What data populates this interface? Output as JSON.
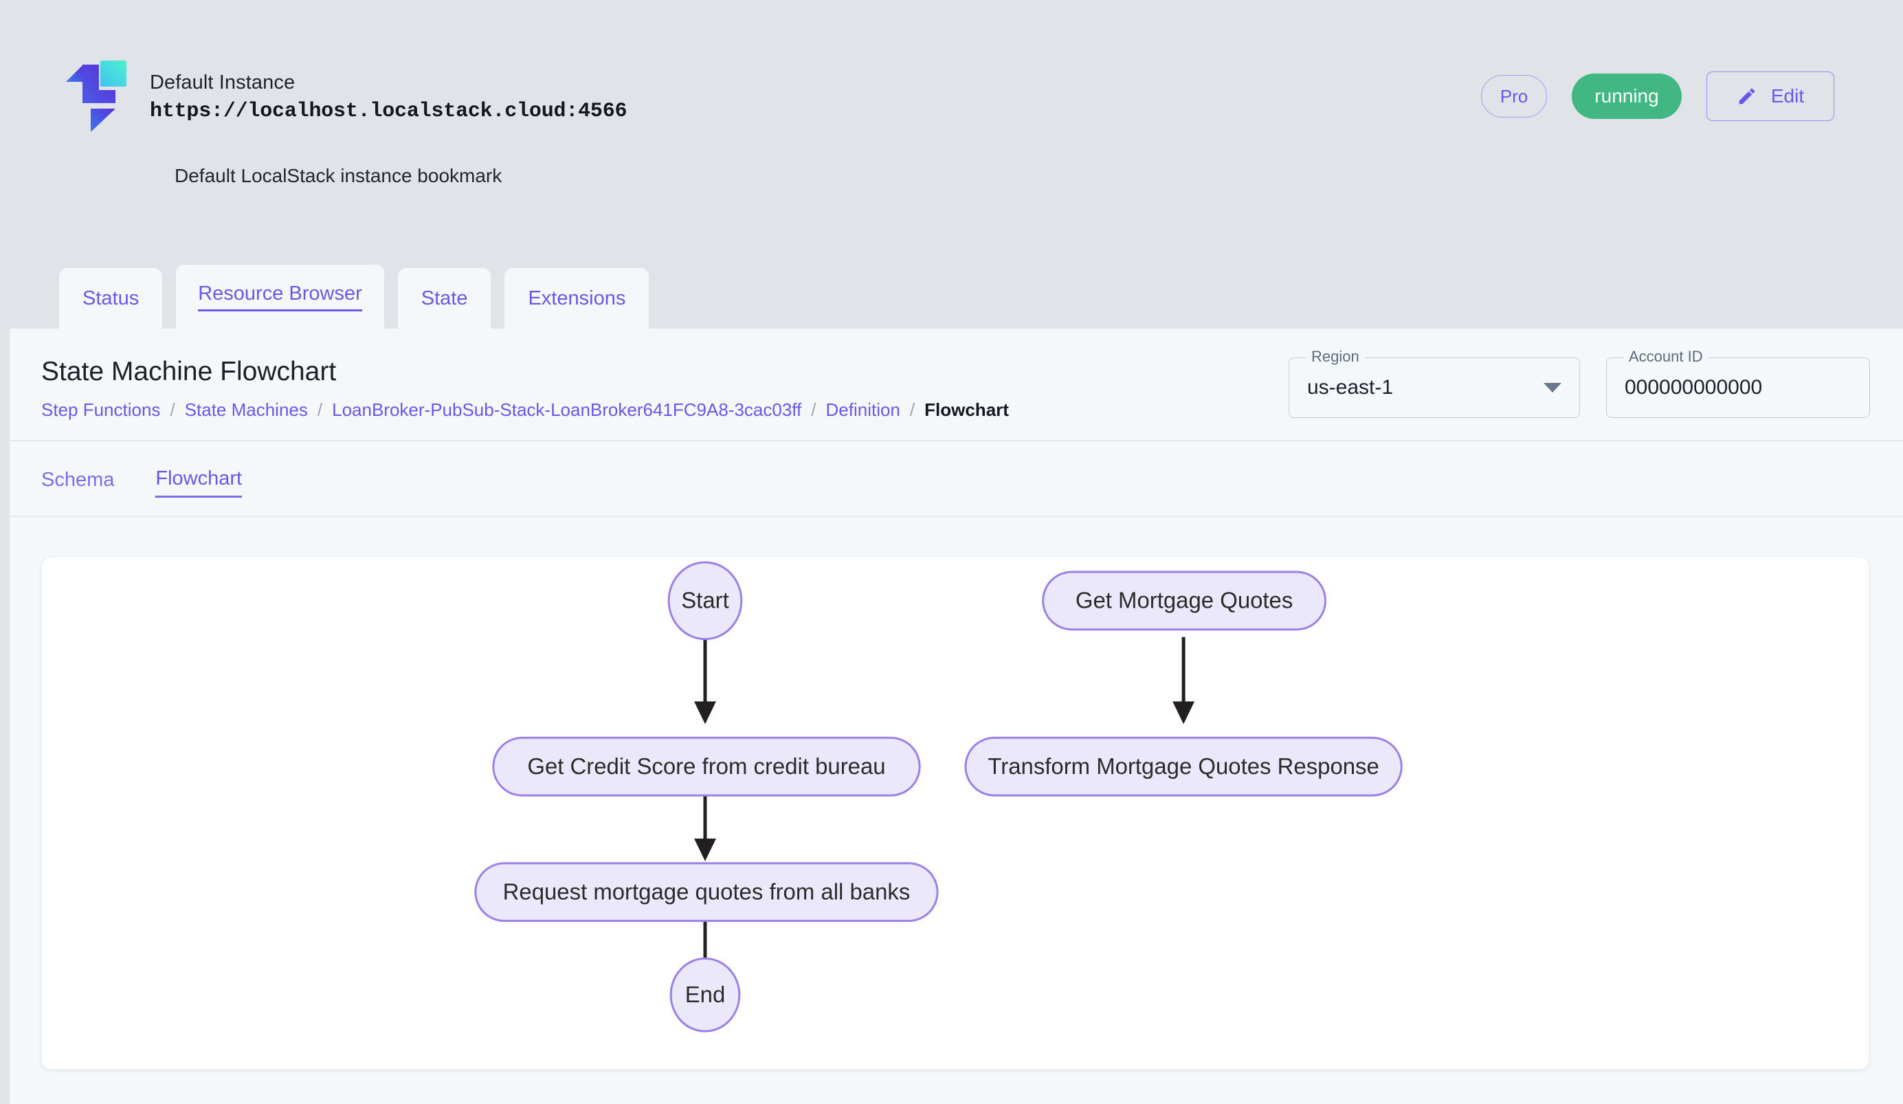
{
  "instance": {
    "title": "Default Instance",
    "endpoint": "https://localhost.localstack.cloud:4566",
    "description": "Default LocalStack instance bookmark",
    "logo_icon": "localstack-logo-icon",
    "pro_badge": "Pro",
    "status_badge": "running",
    "edit_label": "Edit",
    "edit_icon": "pencil-icon",
    "status_color": "#41b883",
    "accent_color": "#6a57e8"
  },
  "main_tabs": [
    {
      "label": "Status",
      "active": false
    },
    {
      "label": "Resource Browser",
      "active": true
    },
    {
      "label": "State",
      "active": false
    },
    {
      "label": "Extensions",
      "active": false
    }
  ],
  "page": {
    "title": "State Machine Flowchart",
    "breadcrumb": [
      {
        "label": "Step Functions",
        "current": false
      },
      {
        "label": "State Machines",
        "current": false
      },
      {
        "label": "LoanBroker-PubSub-Stack-LoanBroker641FC9A8-3cac03ff",
        "current": false
      },
      {
        "label": "Definition",
        "current": false
      },
      {
        "label": "Flowchart",
        "current": true
      }
    ],
    "breadcrumb_separator": "/"
  },
  "filters": {
    "region": {
      "label": "Region",
      "value": "us-east-1",
      "icon": "chevron-down-icon"
    },
    "account_id": {
      "label": "Account ID",
      "value": "000000000000"
    }
  },
  "sub_tabs": [
    {
      "label": "Schema",
      "active": false
    },
    {
      "label": "Flowchart",
      "active": true
    }
  ],
  "flowchart": {
    "node_fill": "#ece8fb",
    "node_stroke": "#9d7fe8",
    "edge_color": "#231f20",
    "nodes": [
      {
        "id": "start",
        "label": "Start",
        "shape": "ellipse"
      },
      {
        "id": "get-credit-score",
        "label": "Get Credit Score from credit bureau",
        "shape": "pill"
      },
      {
        "id": "request-quotes",
        "label": "Request mortgage quotes from all banks",
        "shape": "pill"
      },
      {
        "id": "end",
        "label": "End",
        "shape": "ellipse"
      },
      {
        "id": "get-mortgage-quotes",
        "label": "Get Mortgage Quotes",
        "shape": "pill"
      },
      {
        "id": "transform-quotes",
        "label": "Transform Mortgage Quotes Response",
        "shape": "pill"
      }
    ],
    "edges": [
      {
        "from": "start",
        "to": "get-credit-score"
      },
      {
        "from": "get-credit-score",
        "to": "request-quotes"
      },
      {
        "from": "request-quotes",
        "to": "end"
      },
      {
        "from": "get-mortgage-quotes",
        "to": "transform-quotes"
      }
    ]
  }
}
